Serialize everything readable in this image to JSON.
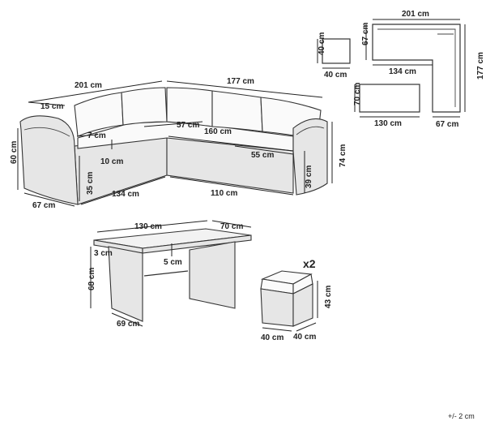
{
  "sofa": {
    "width_left": "201 cm",
    "width_right": "177 cm",
    "armrest_width": "15 cm",
    "arm_inset": "7 cm",
    "cushion_depth_inner": "57 cm",
    "seat_length_inner": "160 cm",
    "seat_length_right": "55 cm",
    "seat_gap": "10 cm",
    "side_height": "60 cm",
    "seat_height": "35 cm",
    "back_height": "74 cm",
    "base_left": "134 cm",
    "base_right": "110 cm",
    "arm_depth": "67 cm",
    "arm_height": "39 cm"
  },
  "top_views": {
    "stool_top_w": "40 cm",
    "stool_top_d": "40 cm",
    "corner_width": "201 cm",
    "corner_depth_left": "67 cm",
    "corner_inner_len": "134 cm",
    "corner_right_len": "177 cm",
    "corner_right_depth": "67 cm",
    "table_top_len": "130 cm",
    "table_top_depth": "70 cm"
  },
  "table": {
    "length": "130 cm",
    "depth": "70 cm",
    "top_thickness": "3 cm",
    "gap": "5 cm",
    "height": "68 cm",
    "leg_depth": "69 cm"
  },
  "stool": {
    "quantity": "x2",
    "height": "43 cm",
    "width": "40 cm",
    "depth": "40 cm"
  },
  "tolerance": "+/- 2 cm"
}
